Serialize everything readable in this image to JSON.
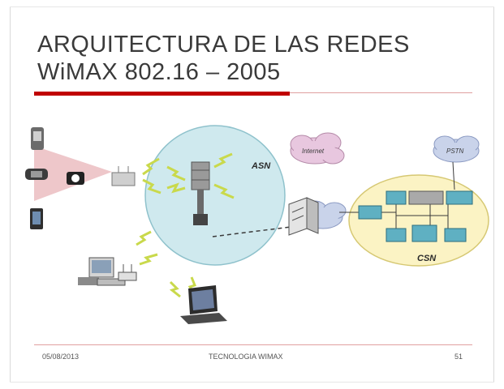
{
  "slide": {
    "title_line1": "ARQUITECTURA DE LAS REDES",
    "title_line2": "WiMAX 802.16 – 2005"
  },
  "diagram": {
    "asn_label": "ASN",
    "csn_label": "CSN",
    "internet_label": "Internet",
    "pstn_label": "PSTN"
  },
  "footer": {
    "date": "05/08/2013",
    "center": "TECNOLOGIA WIMAX",
    "page": "51"
  },
  "colors": {
    "title_bar": "#c00000",
    "asn_fill": "#cfe9ee",
    "csn_fill": "#fbf3c4",
    "cloud_fill": "#e8c7df"
  }
}
